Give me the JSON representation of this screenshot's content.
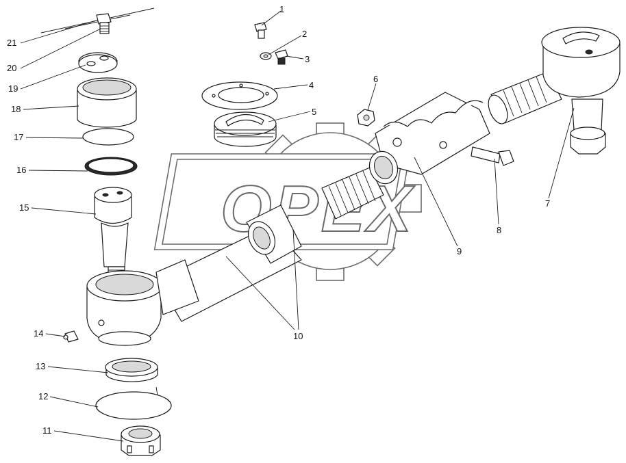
{
  "watermark": {
    "text": "OPEX"
  },
  "callouts": [
    {
      "id": "1",
      "label": "1"
    },
    {
      "id": "2",
      "label": "2"
    },
    {
      "id": "3",
      "label": "3"
    },
    {
      "id": "4",
      "label": "4"
    },
    {
      "id": "5",
      "label": "5"
    },
    {
      "id": "6",
      "label": "6"
    },
    {
      "id": "7",
      "label": "7"
    },
    {
      "id": "8",
      "label": "8"
    },
    {
      "id": "9",
      "label": "9"
    },
    {
      "id": "10",
      "label": "10"
    },
    {
      "id": "11",
      "label": "11"
    },
    {
      "id": "12",
      "label": "12"
    },
    {
      "id": "13",
      "label": "13"
    },
    {
      "id": "14",
      "label": "14"
    },
    {
      "id": "15",
      "label": "15"
    },
    {
      "id": "16",
      "label": "16"
    },
    {
      "id": "17",
      "label": "17"
    },
    {
      "id": "18",
      "label": "18"
    },
    {
      "id": "19",
      "label": "19"
    },
    {
      "id": "20",
      "label": "20"
    },
    {
      "id": "21",
      "label": "21"
    }
  ],
  "colors": {
    "line": "#1a1a1a",
    "watermark": "#6a6a6a",
    "background": "#ffffff"
  }
}
